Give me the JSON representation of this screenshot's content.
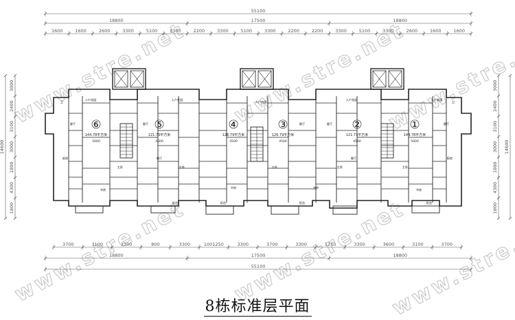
{
  "title": "8栋标准层平面",
  "watermark": "www.stre.net",
  "dims": {
    "overall": "55100",
    "half_left": "18800",
    "half_right": "18800",
    "middle": "17500",
    "top_segments": [
      "1600",
      "1600",
      "2600",
      "3300",
      "5100",
      "3300",
      "2200",
      "3300",
      "5100",
      "3300",
      "2200",
      "2200",
      "3300",
      "5100",
      "3300",
      "2600",
      "1600",
      "1600"
    ],
    "bottom_segments": [
      "3700",
      "3100",
      "3300",
      "800",
      "3300",
      "1001250",
      "3300",
      "3700",
      "3300",
      "1250",
      "3300",
      "3600",
      "3100",
      "3700"
    ],
    "left_segments": [
      "3000",
      "2400",
      "3100",
      "3000",
      "1800",
      "4300",
      "1800"
    ],
    "right_segments": [
      "3000",
      "2400",
      "3100",
      "3000",
      "1800",
      "4300",
      "1800"
    ],
    "left_total": "14600",
    "right_total": "14600"
  },
  "units": [
    {
      "num": "⑥",
      "area": "144.78平方米",
      "dim": "5000"
    },
    {
      "num": "⑤",
      "area": "121.73平方米",
      "dim": "4500"
    },
    {
      "num": "④",
      "area": "126.79平方米",
      "dim": "4500"
    },
    {
      "num": "③",
      "area": "126.79平方米",
      "dim": "4500"
    },
    {
      "num": "②",
      "area": "121.73平方米",
      "dim": "4500"
    },
    {
      "num": "①",
      "area": "144.78平方米",
      "dim": "5000"
    }
  ],
  "room_labels": {
    "entry": "入户花园",
    "living": "客厅",
    "master": "主卧",
    "bedroom": "次卧",
    "study": "书房",
    "balcony": "阳台",
    "kitchen": "厨房",
    "bath": "卫",
    "dining": "餐厅"
  },
  "colors": {
    "line": "#222222",
    "dim": "#555555",
    "watermark": "#c9c9c9"
  }
}
